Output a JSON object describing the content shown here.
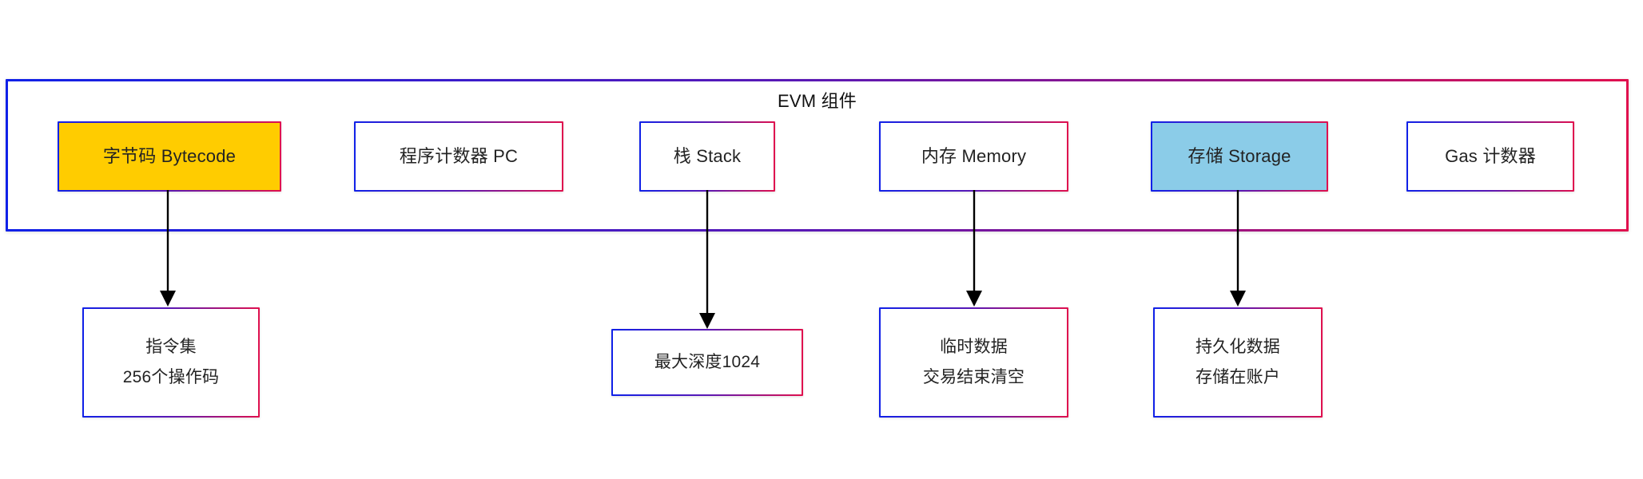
{
  "diagram": {
    "title": "EVM 组件",
    "container_name": "evm-components-container",
    "colors": {
      "border_gradient_start": "#1021e8",
      "border_gradient_mid": "#5b18b4",
      "border_gradient_end": "#e0104e",
      "highlight_yellow": "#FFCC00",
      "highlight_skyblue": "#8BCCE8",
      "arrow": "#000000",
      "text": "#232323",
      "background": "#ffffff"
    },
    "components": [
      {
        "id": "bytecode",
        "label": "字节码 Bytecode",
        "fill": "yellow"
      },
      {
        "id": "pc",
        "label": "程序计数器 PC",
        "fill": "white"
      },
      {
        "id": "stack",
        "label": "栈 Stack",
        "fill": "white"
      },
      {
        "id": "memory",
        "label": "内存 Memory",
        "fill": "white"
      },
      {
        "id": "storage",
        "label": "存储 Storage",
        "fill": "skyblue"
      },
      {
        "id": "gas",
        "label": "Gas 计数器",
        "fill": "white"
      }
    ],
    "details": [
      {
        "id": "bytecode-detail",
        "from": "bytecode",
        "lines": [
          "指令集",
          "256个操作码"
        ]
      },
      {
        "id": "stack-detail",
        "from": "stack",
        "lines": [
          "最大深度1024"
        ]
      },
      {
        "id": "memory-detail",
        "from": "memory",
        "lines": [
          "临时数据",
          "交易结束清空"
        ]
      },
      {
        "id": "storage-detail",
        "from": "storage",
        "lines": [
          "持久化数据",
          "存储在账户"
        ]
      }
    ]
  }
}
